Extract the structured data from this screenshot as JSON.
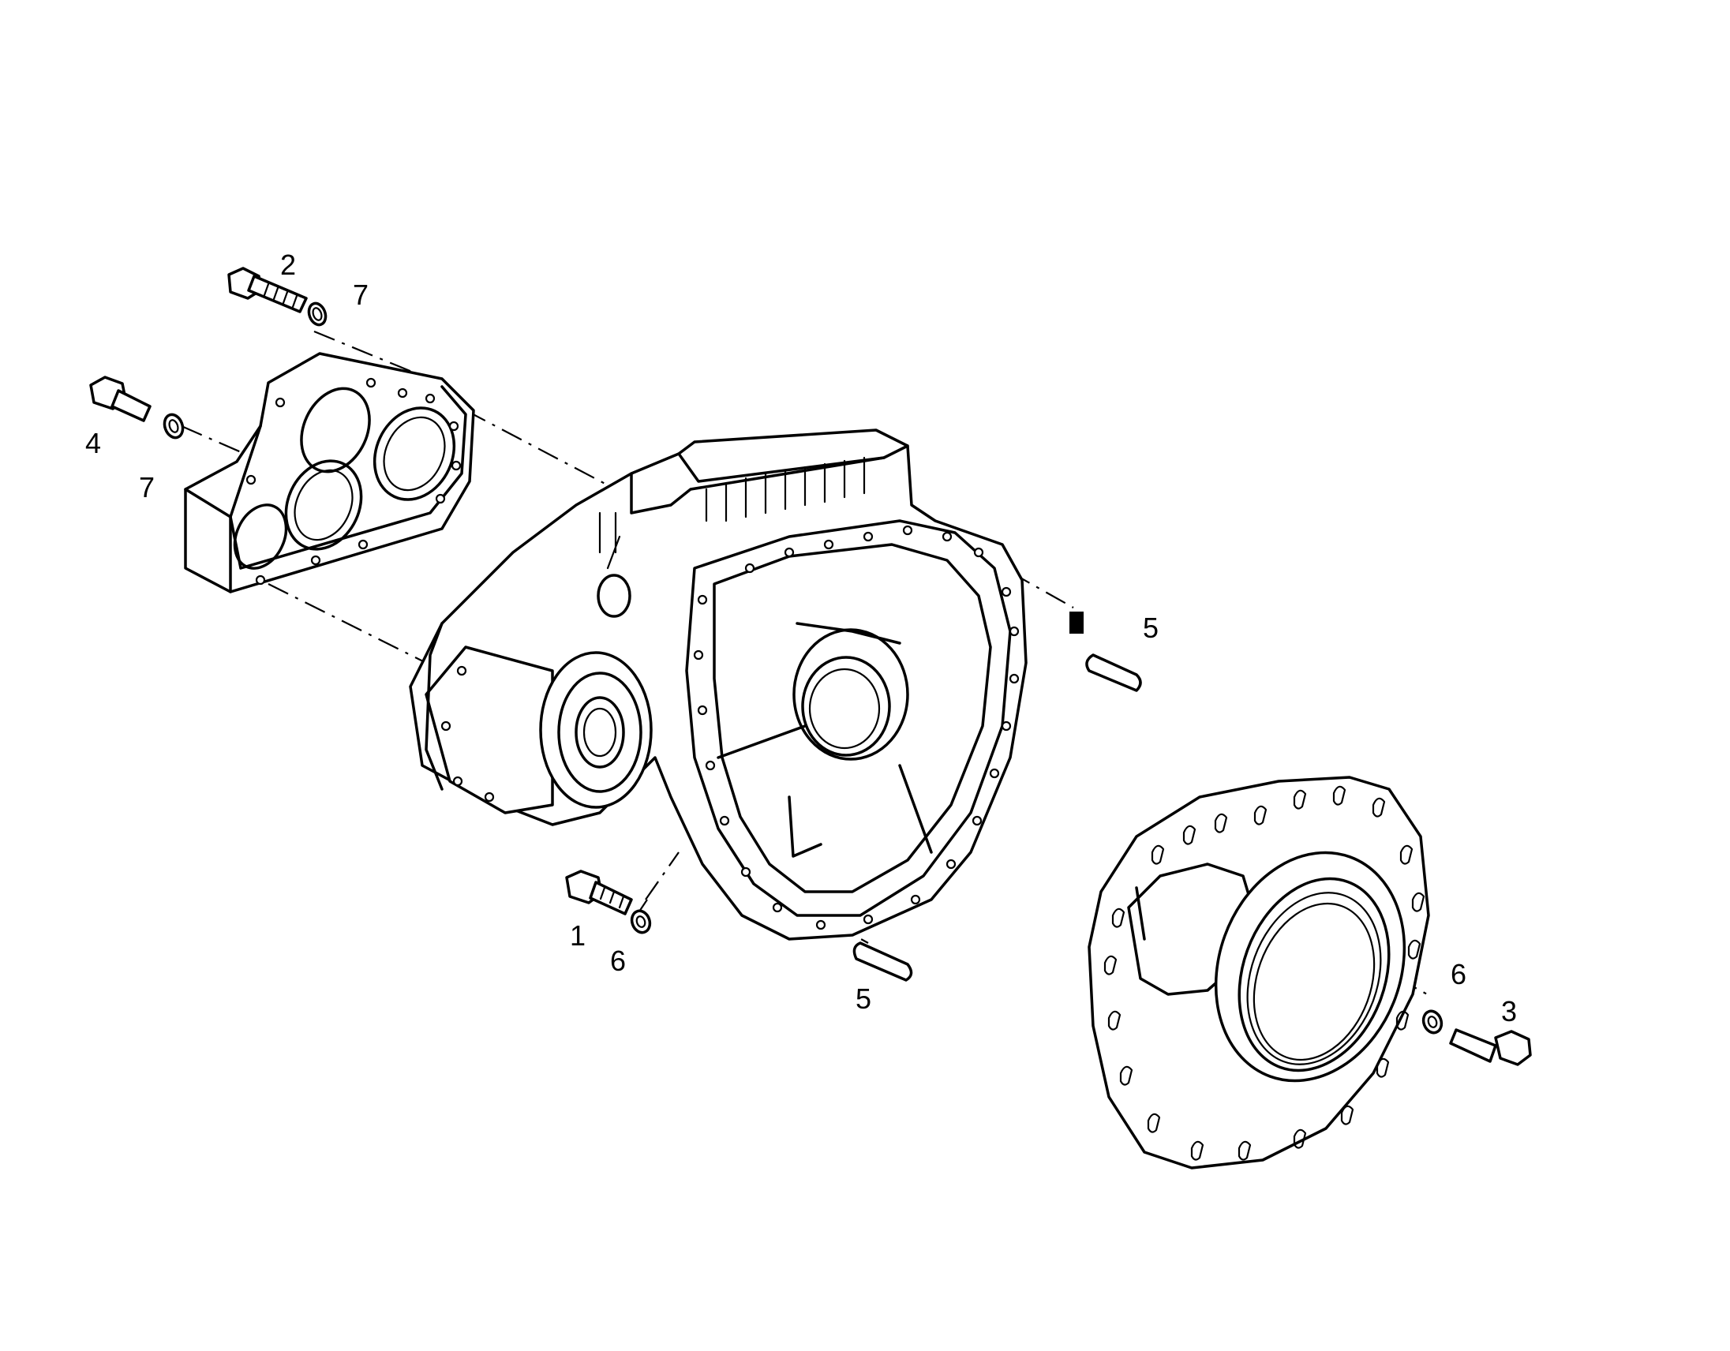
{
  "diagram": {
    "callouts": [
      {
        "id": "c2a",
        "label": "2"
      },
      {
        "id": "c7a",
        "label": "7"
      },
      {
        "id": "c4",
        "label": "4"
      },
      {
        "id": "c7b",
        "label": "7"
      },
      {
        "id": "c5a",
        "label": "5"
      },
      {
        "id": "c1",
        "label": "1"
      },
      {
        "id": "c6a",
        "label": "6"
      },
      {
        "id": "c5b",
        "label": "5"
      },
      {
        "id": "c6b",
        "label": "6"
      },
      {
        "id": "c3",
        "label": "3"
      }
    ]
  }
}
